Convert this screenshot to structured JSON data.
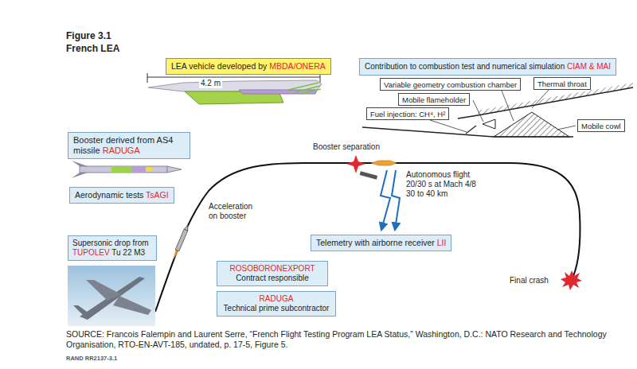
{
  "diagram": {
    "title": "Figure 3.1 French LEA",
    "caption": "SOURCE: Francois Falempin and Laurent Serre, “French Flight Testing Program LEA Status,” Washington, D.C.: NATO Research and Technology Organisation, RTO-EN-AVT-185, undated, p. 17-5, Figure 5.",
    "nodes": [
      {
        "text": [
          "LEA vehicle developed by",
          "MBDA/ONERA"
        ]
      },
      {
        "text": [
          "Contribution to combustion test and numerical simulation",
          "CIAM & MAI"
        ]
      },
      {
        "text": [
          "Variable geometry combustion chamber"
        ]
      },
      {
        "text": [
          "Thermal throat"
        ]
      },
      {
        "text": [
          "Mobile flameholder"
        ]
      },
      {
        "text": [
          "Fuel injection: CH⁴, H²"
        ]
      },
      {
        "text": [
          "Mobile cowl"
        ]
      },
      {
        "text": [
          "Booster derived from AS4 missile",
          "RADUGA"
        ]
      },
      {
        "text": [
          "Aerodynamic tests",
          "TsAGI"
        ]
      },
      {
        "text": [
          "Telemetry with airborne receiver",
          "LII"
        ]
      },
      {
        "text": [
          "Supersonic drop from",
          "TUPOLEV",
          "Tu 22 M3"
        ]
      },
      {
        "text": [
          "ROSOBORONEXPORT",
          "Contract responsible"
        ]
      },
      {
        "text": [
          "RADUGA",
          "Technical prime subcontractor"
        ]
      }
    ],
    "labels": [
      "4.2 m",
      "Booster separation",
      "Autonomous flight 20/30 s at Mach 4/8 30 to 40 km",
      "Acceleration on booster",
      "Final crash",
      "RAND RR2137-3.1"
    ]
  }
}
